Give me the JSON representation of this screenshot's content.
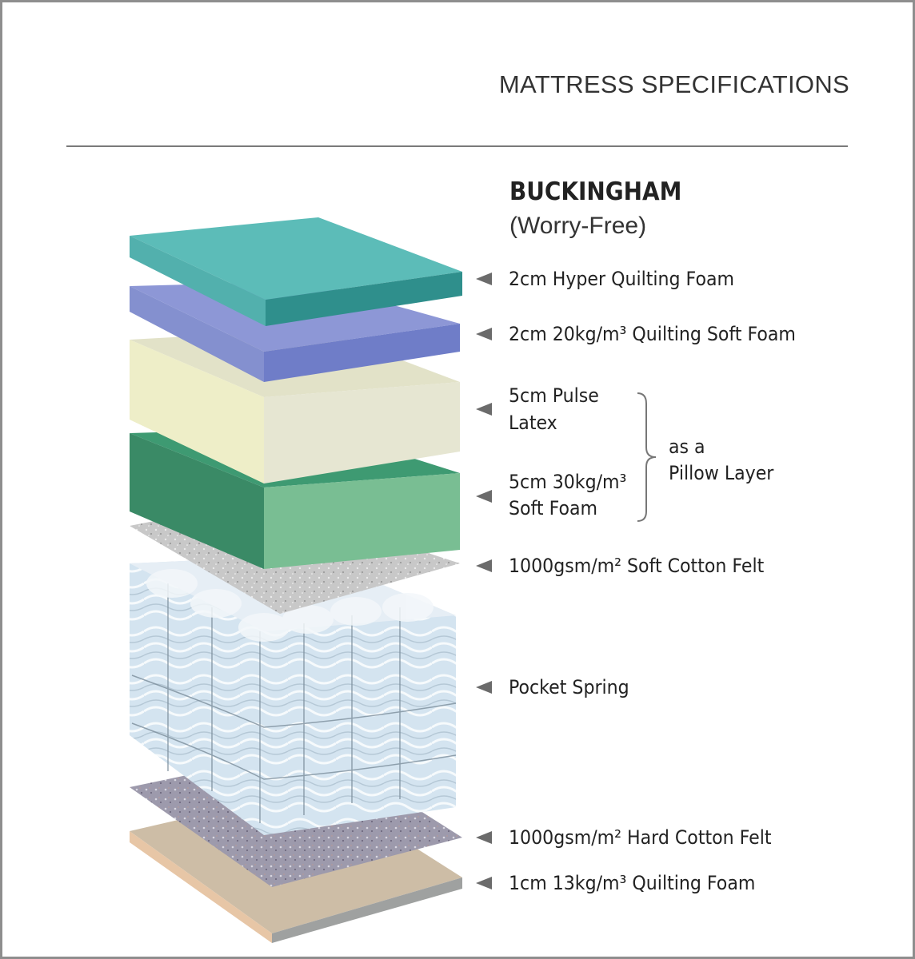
{
  "header": {
    "title": "MATTRESS SPECIFICATIONS"
  },
  "product": {
    "name": "BUCKINGHAM",
    "subtitle": "(Worry-Free)"
  },
  "layers": [
    {
      "label": "2cm Hyper Quilting Foam",
      "color": "#4fb8b4"
    },
    {
      "label": "2cm 20kg/m³ Quilting Soft Foam",
      "color": "#7d8bd0"
    },
    {
      "label_line1": "5cm Pulse",
      "label_line2": "Latex",
      "color": "#e6e6c4"
    },
    {
      "label_line1": "5cm 30kg/m³",
      "label_line2": "Soft Foam",
      "color": "#5aa878"
    },
    {
      "label": "1000gsm/m² Soft Cotton Felt",
      "color": "#c9c9c9"
    },
    {
      "label": "Pocket Spring",
      "color": "#cfe0ee"
    },
    {
      "label": "1000gsm/m² Hard Cotton Felt",
      "color": "#a0a0ae"
    },
    {
      "label": "1cm 13kg/m³ Quilting Foam",
      "color": "#d9c3a8"
    }
  ],
  "group_note": {
    "line1": "as a",
    "line2": "Pillow Layer"
  }
}
